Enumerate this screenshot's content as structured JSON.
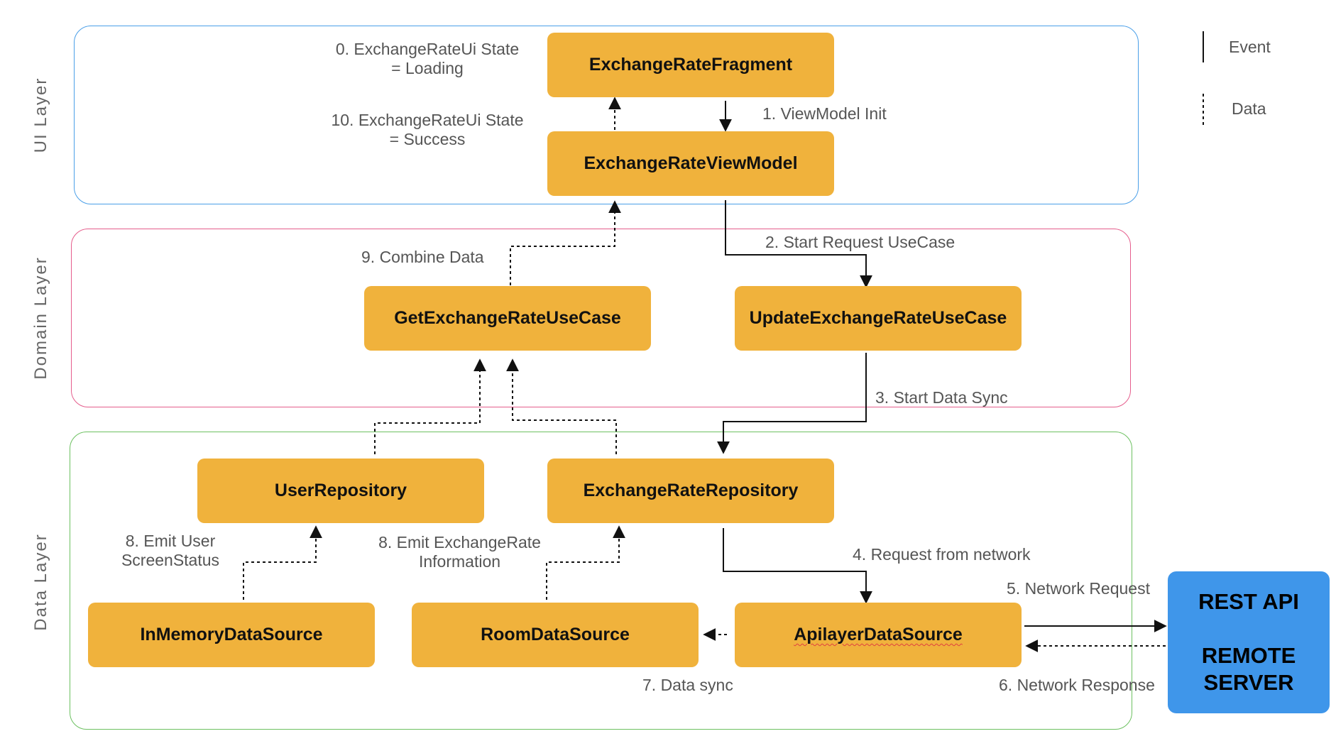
{
  "layers": {
    "ui": "UI  Layer",
    "domain": "Domain  Layer",
    "data": "Data  Layer"
  },
  "boxes": {
    "fragment": "ExchangeRateFragment",
    "viewmodel": "ExchangeRateViewModel",
    "get_usecase": "GetExchangeRateUseCase",
    "update_usecase": "UpdateExchangeRateUseCase",
    "user_repo": "UserRepository",
    "rate_repo": "ExchangeRateRepository",
    "inmemory_ds": "InMemoryDataSource",
    "room_ds": "RoomDataSource",
    "apilayer_ds": "ApilayerDataSource"
  },
  "remote": {
    "line1": "REST API",
    "line2": "REMOTE",
    "line3": "SERVER"
  },
  "legend": {
    "event": "Event",
    "data": "Data"
  },
  "steps": {
    "s0_a": "0. ExchangeRateUi State",
    "s0_b": "= Loading",
    "s10_a": "10. ExchangeRateUi State",
    "s10_b": "= Success",
    "s1": "1. ViewModel Init",
    "s2": "2. Start Request UseCase",
    "s9": "9. Combine Data",
    "s3": "3. Start Data Sync",
    "s8_user_a": "8. Emit User",
    "s8_user_b": "ScreenStatus",
    "s8_rate_a": "8. Emit ExchangeRate",
    "s8_rate_b": "Information",
    "s4": "4. Request from network",
    "s5": "5. Network Request",
    "s6": "6. Network Response",
    "s7": "7. Data sync"
  }
}
